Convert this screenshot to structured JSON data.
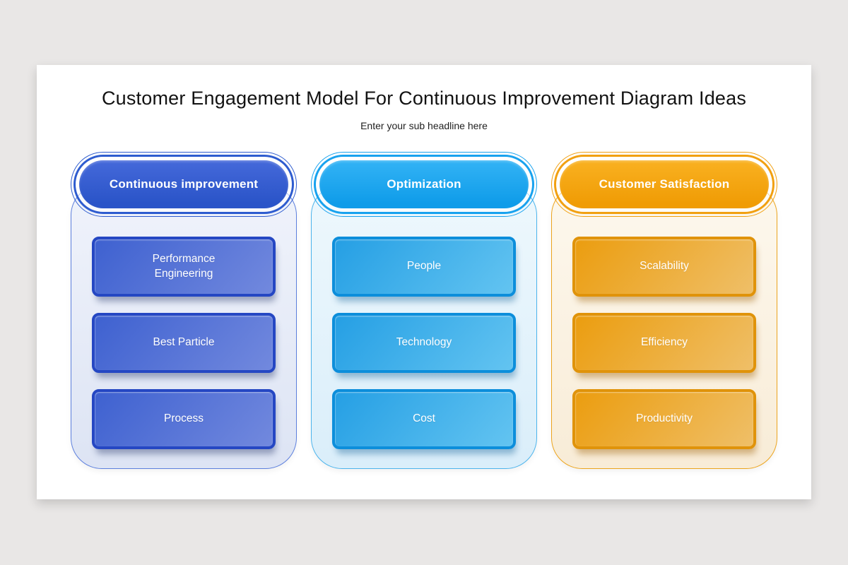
{
  "page": {
    "background": "#e9e7e6"
  },
  "slide": {
    "background": "#ffffff",
    "title": "Customer Engagement Model For Continuous Improvement Diagram Ideas",
    "subtitle": "Enter your sub headline here"
  },
  "columns": [
    {
      "id": "continuous-improvement",
      "header": "Continuous improvement",
      "items": [
        "Performance\nEngineering",
        "Best Particle",
        "Process"
      ],
      "colors": {
        "accent": "#2e5ccf",
        "pill_gradient": [
          "#4569da",
          "#2a54c8"
        ],
        "panel_gradient": [
          "#f0f3fb",
          "#dde4f4"
        ],
        "panel_border": "#5c7fdd",
        "box_border": "#2547c3",
        "box_gradient": [
          "#3e61d0",
          "#7289de"
        ],
        "box_shadow": "rgba(55,70,120,0.45)"
      }
    },
    {
      "id": "optimization",
      "header": "Optimization",
      "items": [
        "People",
        "Technology",
        "Cost"
      ],
      "colors": {
        "accent": "#18a2ee",
        "pill_gradient": [
          "#33b3f5",
          "#0f9ce9"
        ],
        "panel_gradient": [
          "#eef8fd",
          "#daeefa"
        ],
        "panel_border": "#4cb4ec",
        "box_border": "#0c8edb",
        "box_gradient": [
          "#259fe4",
          "#63c4f1"
        ],
        "box_shadow": "rgba(15,95,150,0.40)"
      }
    },
    {
      "id": "customer-satisfaction",
      "header": "Customer Satisfaction",
      "items": [
        "Scalability",
        "Efficiency",
        "Productivity"
      ],
      "colors": {
        "accent": "#f1a011",
        "pill_gradient": [
          "#f9b121",
          "#f09c05"
        ],
        "panel_gradient": [
          "#fdf8ee",
          "#f8ecd7"
        ],
        "panel_border": "#eca41d",
        "box_border": "#e0930a",
        "box_gradient": [
          "#eb9d0f",
          "#efbf68"
        ],
        "box_shadow": "rgba(165,105,15,0.45)"
      }
    }
  ]
}
